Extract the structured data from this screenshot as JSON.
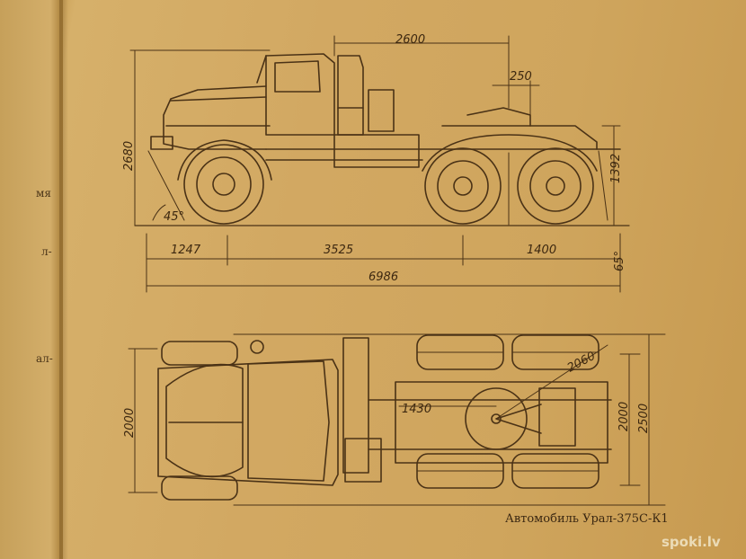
{
  "left_page_fragments": [
    "мя",
    "л-",
    "ал-"
  ],
  "dimensions": {
    "wheelbase_front_tandem": "2600",
    "fifth_wheel_offset": "250",
    "overall_height": "2680",
    "fifth_wheel_height": "1392",
    "approach_angle": "45°",
    "departure_angle": "65°",
    "front_overhang": "1247",
    "wheelbase": "3525",
    "rear_base": "1400",
    "overall_length": "6986",
    "front_track": "2000",
    "rear_track": "2000",
    "overall_width": "2500",
    "plan_dim_1": "1430",
    "plan_dim_2": "2060"
  },
  "caption": "Автомобиль Урал-375С-К1",
  "watermark": "spoki.lv",
  "colors": {
    "paper": "#d2a862",
    "ink": "#4a3216"
  }
}
